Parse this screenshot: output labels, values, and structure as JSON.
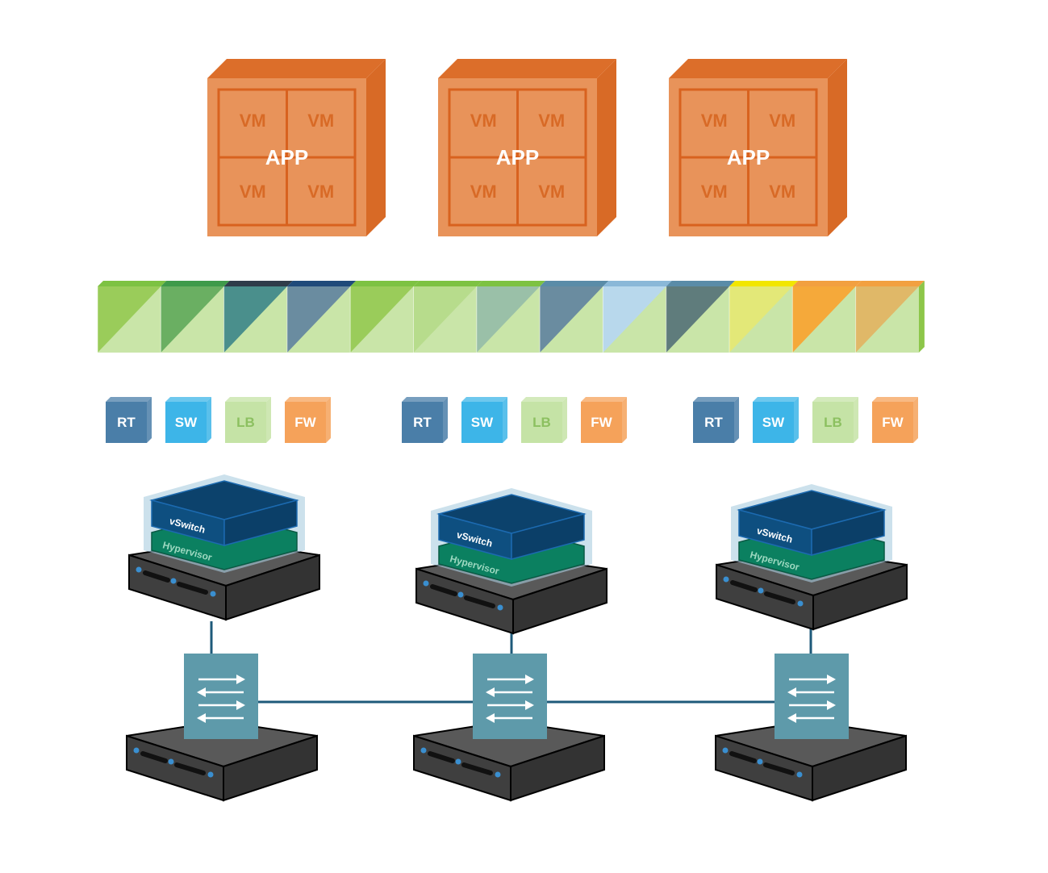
{
  "apps": [
    {
      "label": "APP",
      "vms": [
        "VM",
        "VM",
        "VM",
        "VM"
      ]
    },
    {
      "label": "APP",
      "vms": [
        "VM",
        "VM",
        "VM",
        "VM"
      ]
    },
    {
      "label": "APP",
      "vms": [
        "VM",
        "VM",
        "VM",
        "VM"
      ]
    }
  ],
  "network_strip": {
    "tiles": [
      {
        "top": "#7dc242",
        "front": "#9acc5a",
        "light": "#c9e5a8"
      },
      {
        "top": "#3f9a4a",
        "front": "#6aaf62",
        "light": "#c9e5a8"
      },
      {
        "top": "#2f3c4a",
        "front": "#4a8f8c",
        "light": "#c9e5a8"
      },
      {
        "top": "#1f4a7a",
        "front": "#6a8ca0",
        "light": "#c9e5a8"
      },
      {
        "top": "#7dc242",
        "front": "#9acc5a",
        "light": "#c9e5a8"
      },
      {
        "top": "#7dc242",
        "front": "#b7dc8c",
        "light": "#c9e5a8"
      },
      {
        "top": "#7dc242",
        "front": "#9ac0a8",
        "light": "#c9e5a8"
      },
      {
        "top": "#5a8ca8",
        "front": "#6a8ca0",
        "light": "#c9e5a8"
      },
      {
        "top": "#8ab8d8",
        "front": "#b8d8ec",
        "light": "#c9e5a8"
      },
      {
        "top": "#5a8ca8",
        "front": "#5f7c7c",
        "light": "#c9e5a8"
      },
      {
        "top": "#f2e600",
        "front": "#e3e878",
        "light": "#c9e5a8"
      },
      {
        "top": "#f2a040",
        "front": "#f5a93a",
        "light": "#c9e5a8"
      },
      {
        "top": "#f2a040",
        "front": "#e0b868",
        "light": "#c9e5a8"
      }
    ]
  },
  "service_groups": [
    {
      "services": [
        {
          "label": "RT",
          "color": "#4a7ea8"
        },
        {
          "label": "SW",
          "color": "#3db5e8"
        },
        {
          "label": "LB",
          "color": "#c5e3a6"
        },
        {
          "label": "FW",
          "color": "#f5a25a"
        }
      ]
    },
    {
      "services": [
        {
          "label": "RT",
          "color": "#4a7ea8"
        },
        {
          "label": "SW",
          "color": "#3db5e8"
        },
        {
          "label": "LB",
          "color": "#c5e3a6"
        },
        {
          "label": "FW",
          "color": "#f5a25a"
        }
      ]
    },
    {
      "services": [
        {
          "label": "RT",
          "color": "#4a7ea8"
        },
        {
          "label": "SW",
          "color": "#3db5e8"
        },
        {
          "label": "LB",
          "color": "#c5e3a6"
        },
        {
          "label": "FW",
          "color": "#f5a25a"
        }
      ]
    }
  ],
  "hosts": [
    {
      "vswitch_label": "vSwitch",
      "hypervisor_label": "Hypervisor"
    },
    {
      "vswitch_label": "vSwitch",
      "hypervisor_label": "Hypervisor"
    },
    {
      "vswitch_label": "vSwitch",
      "hypervisor_label": "Hypervisor"
    }
  ],
  "physical_switches": [
    {
      "icon": "exchange-arrows-icon"
    },
    {
      "icon": "exchange-arrows-icon"
    },
    {
      "icon": "exchange-arrows-icon"
    }
  ],
  "colors": {
    "app_face": "#e8935a",
    "app_side": "#d86a26",
    "app_top": "#dc6e2a",
    "app_grid": "#d8621f",
    "vm_text": "#d86a26",
    "vswitch": "#0e4f80",
    "hypervisor": "#0b8060",
    "server_top": "#595959",
    "server_front": "#3f3f3f",
    "switch_box": "#5e9aaa",
    "link": "#1e5a7a"
  }
}
